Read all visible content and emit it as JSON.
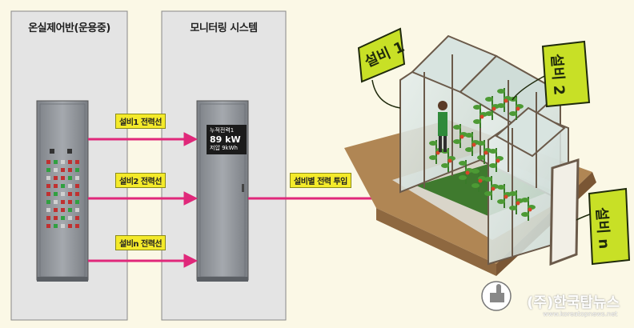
{
  "panels": {
    "left_title": "온실제어반(운용중)",
    "middle_title": "모니터링 시스템"
  },
  "links": {
    "line1": "설비1 전력선",
    "line2": "설비2 전력선",
    "line3": "설비n 전력선",
    "output": "설비별 전력 투입"
  },
  "monitor_screen": {
    "line1": "누적전력1",
    "line2": "89 kW",
    "line3": "저압 9kWh"
  },
  "equipment": {
    "label1": "설비 1",
    "label2": "설비 2",
    "label3": "설비 n"
  },
  "watermark": {
    "brand": "(주)한국탑뉴스",
    "url": "www.koreatopnews.net"
  },
  "colors": {
    "arrow": "#e0287a",
    "tag": "#f4ea2a",
    "panel": "#e6e6e6",
    "cabinet": "#8e9298",
    "greenhouse_frame": "#6b5a4a"
  }
}
